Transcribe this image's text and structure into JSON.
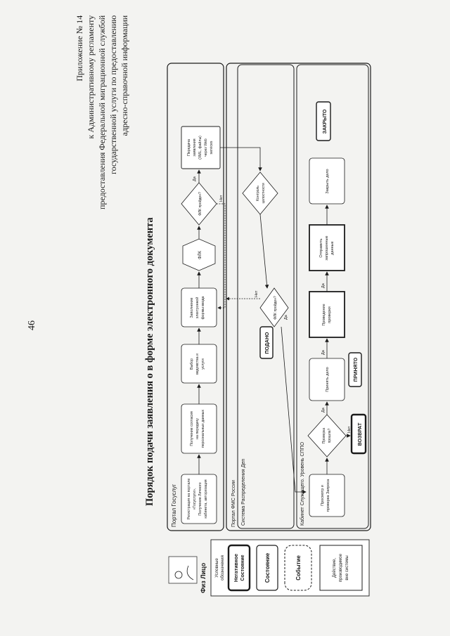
{
  "page_number": "46",
  "header": {
    "lines": [
      "Приложение № 14",
      "к Административному регламенту",
      "предоставления Федеральной миграционной службой",
      "государственной услуги по предоставлению",
      "адресно-справочной информации"
    ]
  },
  "title": "Порядок подачи заявления о в форме электронного документа",
  "actor": "Физ Лицо",
  "lanes": {
    "portal": "Портал Госуслуг",
    "fms": "Портал ФМС России",
    "sr": "Система Распределения Деп",
    "cab": "Кабинет Служащего. Уровень СППО"
  },
  "legend": {
    "title": [
      "Условные",
      "обозначения"
    ],
    "negative": [
      "Негативное",
      "Состояние"
    ],
    "state": "Состояние",
    "event": "Событие",
    "action": [
      "Действие,",
      "производимое",
      "вне системы"
    ]
  },
  "nodes": {
    "reg": [
      "Регистрация на портале",
      "«Госуслуги»,",
      "Получение Личного",
      "кабинета, авторизация"
    ],
    "consent": [
      "Получение согласия",
      "на передачу",
      "персональных данных"
    ],
    "select": [
      "Выбор",
      "ведомства и",
      "услуги"
    ],
    "fill": [
      "Заполнение",
      "электронной",
      "формы ввода"
    ],
    "flk1": "ФЛК",
    "flk1_check": "ФЛК пройден?",
    "transfer": [
      "Передача",
      "заявления",
      "(XML, файлы)",
      "через Web",
      "services"
    ],
    "integrity": [
      "Контроль",
      "целостности"
    ],
    "flk2_check": "ФЛК пройден?",
    "view": [
      "Просмотр и",
      "проверка Запроса"
    ],
    "check_ok": [
      "Проверка",
      "прошла?"
    ],
    "accept": "Принять дело",
    "perform": [
      "Проведение",
      "проверки"
    ],
    "send": [
      "Отправить",
      "запрошенные",
      "данные"
    ],
    "close": "Закрыть дело"
  },
  "states": {
    "submitted": "ПОДАНО",
    "accepted": "ПРИНЯТО",
    "returned": "ВОЗВРАТ",
    "closed": "ЗАКРЫТО"
  },
  "edge_labels": {
    "yes": "Да",
    "no": "Нет"
  }
}
